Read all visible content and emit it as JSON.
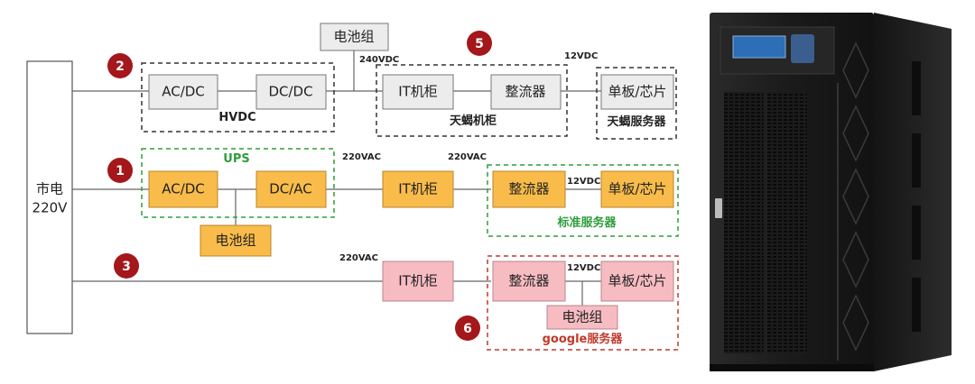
{
  "mains": {
    "line1": "市电",
    "line2": "220V"
  },
  "rows": {
    "hvdc": {
      "badge": "2",
      "rectifier": "AC/DC",
      "converter": "DC/DC",
      "group_label": "HVDC",
      "battery": "电池组",
      "voltage_rack": "240VDC",
      "rack_badge": "5",
      "rack": "IT机柜",
      "psu": "整流器",
      "rack_group_label": "天蝎机柜",
      "voltage_board": "12VDC",
      "board": "单板/芯片",
      "server_group_label": "天蝎服务器"
    },
    "ups": {
      "badge": "1",
      "group_label": "UPS",
      "rectifier": "AC/DC",
      "inverter": "DC/AC",
      "battery": "电池组",
      "voltage_rack": "220VAC",
      "rack": "IT机柜",
      "voltage_server": "220VAC",
      "psu": "整流器",
      "voltage_board": "12VDC",
      "board": "单板/芯片",
      "server_group_label": "标准服务器"
    },
    "direct": {
      "badge": "3",
      "voltage_rack": "220VAC",
      "rack": "IT机柜",
      "psu": "整流器",
      "voltage_board": "12VDC",
      "board": "单板/芯片",
      "battery": "电池组",
      "server_badge": "6",
      "server_group_label": "google服务器"
    }
  },
  "colors": {
    "gray_box": "#ececec",
    "orange_box": "#f9bc4a",
    "pink_box": "#f7bcc2",
    "badge_red": "#a4171b",
    "ups_green": "#2e9e3b",
    "google_red": "#c0392b",
    "cabinet_dark": "#1b1b1b"
  }
}
